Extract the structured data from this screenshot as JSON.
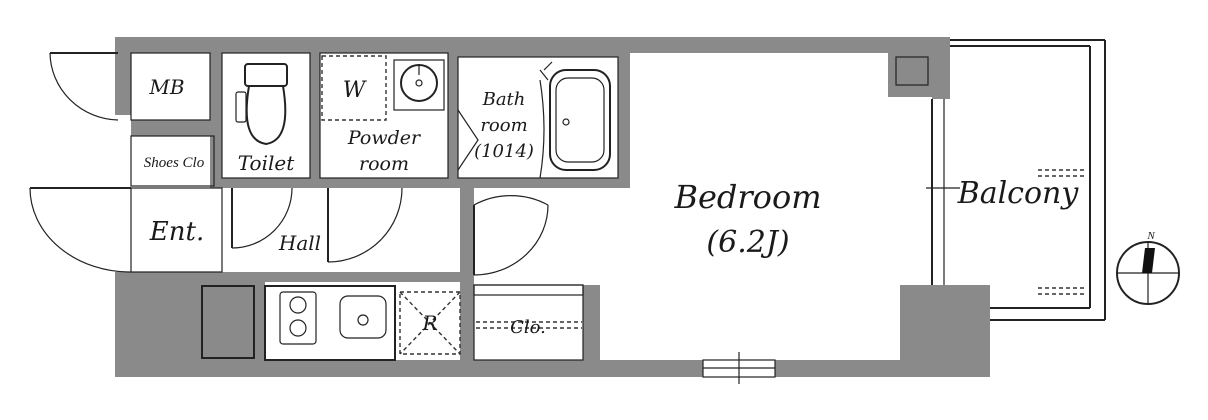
{
  "rooms": {
    "mb": "MB",
    "toilet": "Toilet",
    "w": "W",
    "powder_room_line1": "Powder",
    "powder_room_line2": "room",
    "bath_line1": "Bath",
    "bath_line2": "room",
    "bath_line3": "(1014)",
    "shoes_closet": "Shoes Clo",
    "entrance": "Ent.",
    "hall": "Hall",
    "bedroom": "Bedroom",
    "bedroom_size": "(6.2J)",
    "balcony": "Balcony",
    "refrigerator": "R",
    "closet": "Clo."
  },
  "compass": {
    "north": "N"
  },
  "colors": {
    "wall": "#8a8a8a",
    "line": "#222222"
  }
}
